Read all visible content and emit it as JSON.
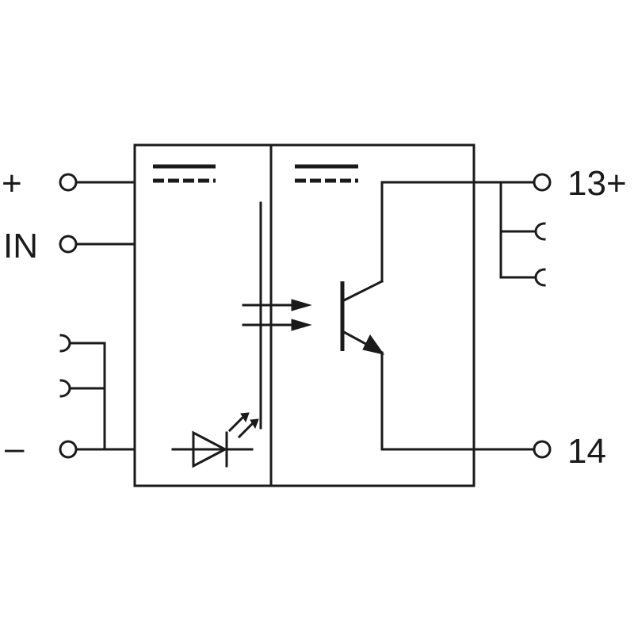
{
  "labels": {
    "plus": "+",
    "in": "IN",
    "minus": "–",
    "out_13": "13+",
    "out_14": "14"
  },
  "colors": {
    "line": "#1a1a1a",
    "background": "#ffffff"
  }
}
